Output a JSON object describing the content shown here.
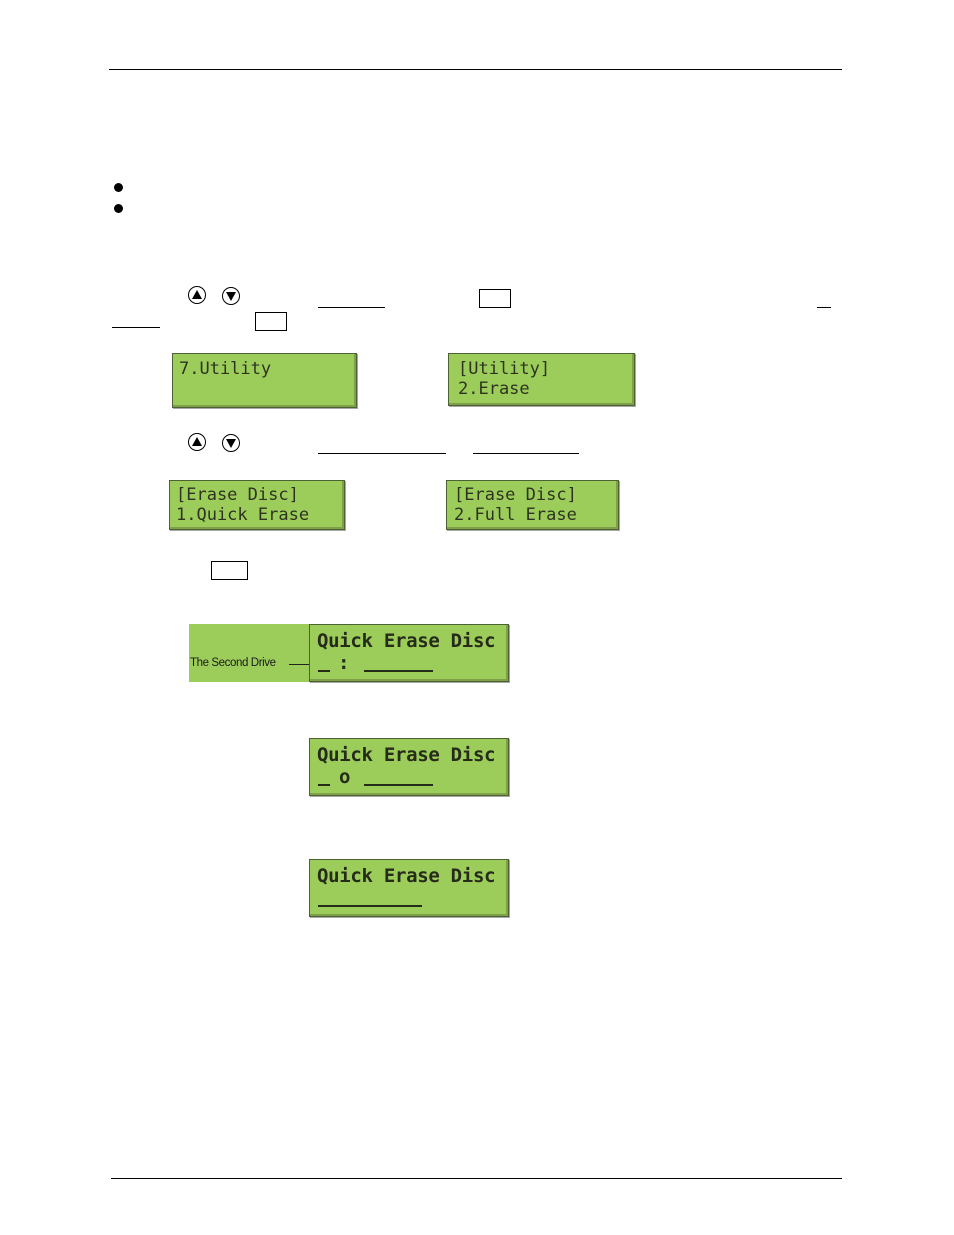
{
  "lcd": {
    "utility": [
      "7.Utility",
      ""
    ],
    "utility_erase": [
      "[Utility]",
      "2.Erase"
    ],
    "quick_erase": [
      "[Erase Disc]",
      "1.Quick Erase"
    ],
    "full_erase": [
      "[Erase Disc]",
      "2.Full Erase"
    ],
    "progress_a": {
      "line1": "Quick Erase Disc",
      "status": ":"
    },
    "progress_b": {
      "line1": "Quick Erase Disc",
      "status": "o"
    },
    "progress_c": {
      "line1": "Quick Erase Disc"
    }
  },
  "annotation": {
    "label": "The Second Drive"
  },
  "icons": {
    "up": "up-arrow-button-icon",
    "down": "down-arrow-button-icon"
  }
}
